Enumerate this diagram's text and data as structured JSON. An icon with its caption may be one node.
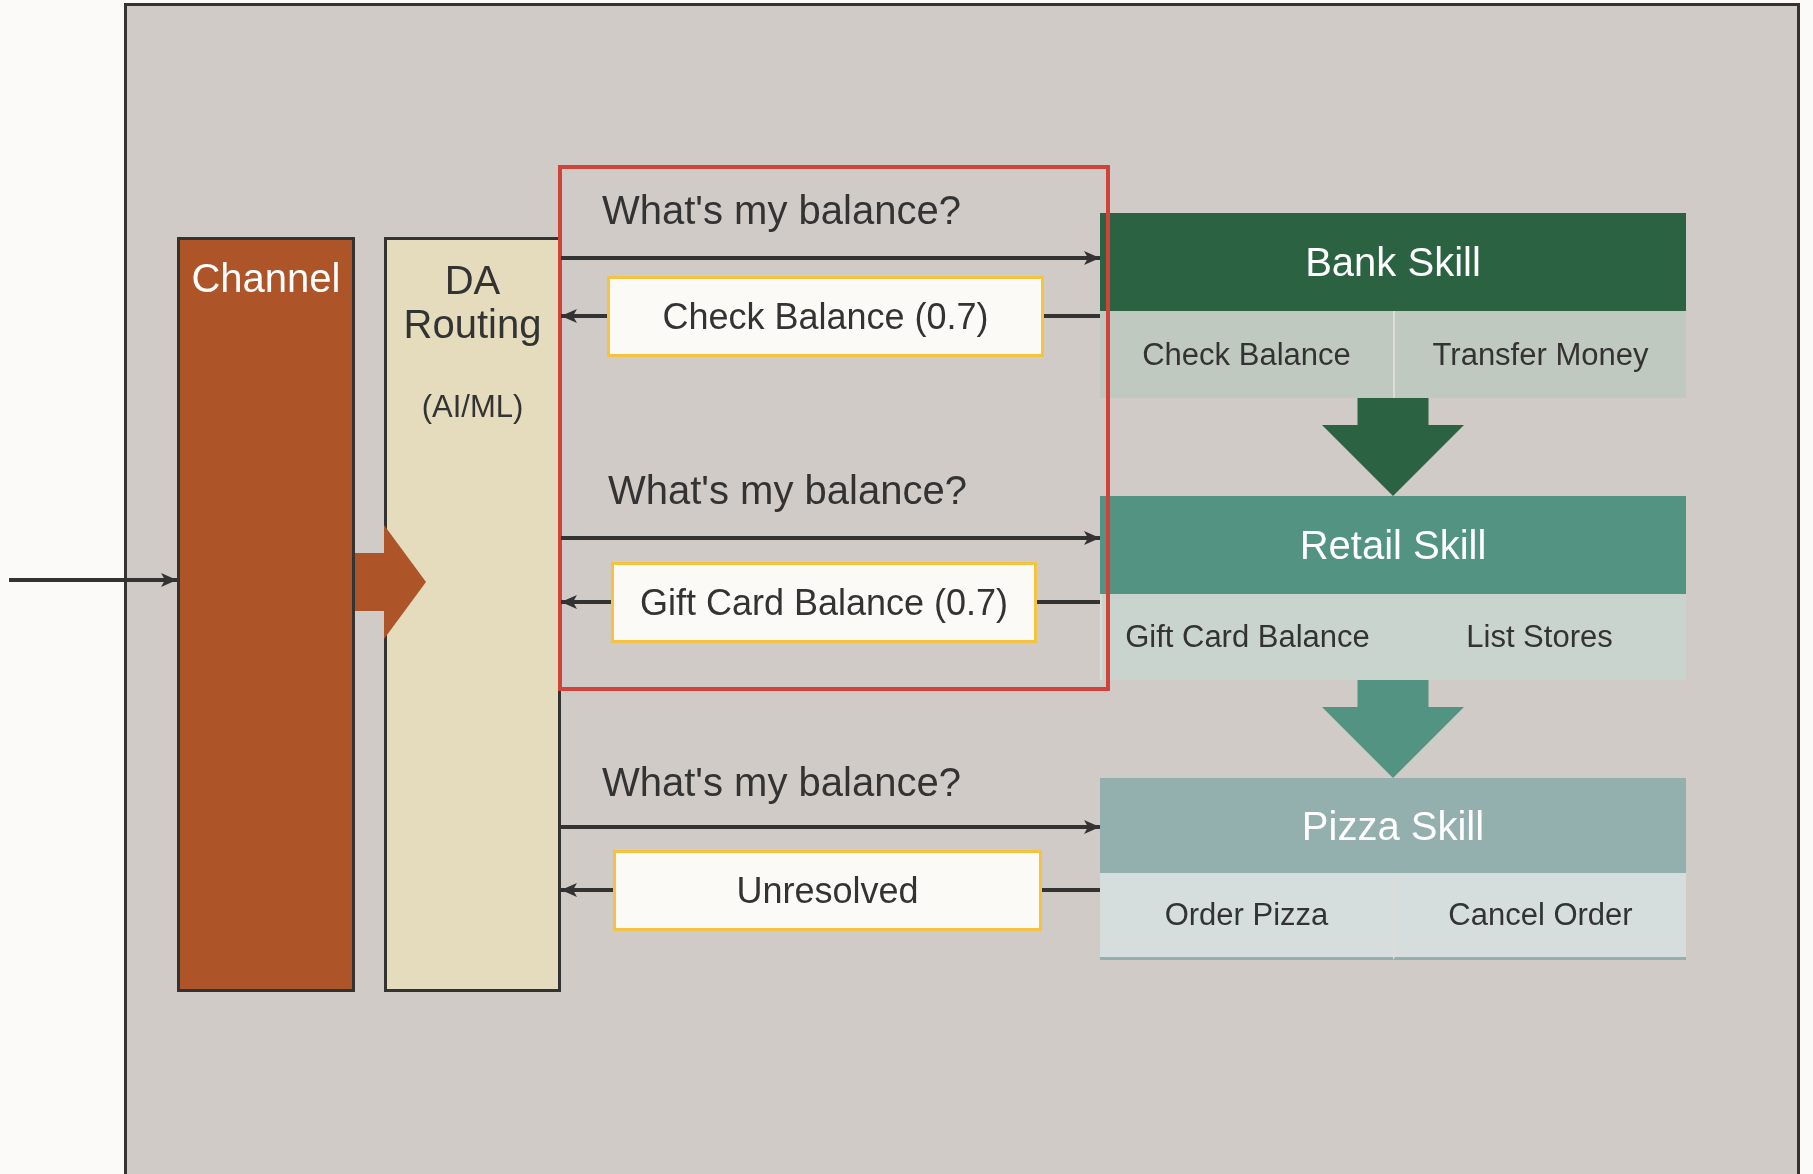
{
  "diagram": {
    "nodes": [
      {
        "text": [
          "Channel"
        ]
      },
      {
        "text": [
          "DA Routing",
          "(AI/ML)"
        ]
      },
      {
        "text": [],
        "shape": "box"
      },
      {
        "text": [
          "Check Balance (0.7)"
        ],
        "in": 2
      },
      {
        "text": [
          "Gift Card Balance (0.7)"
        ],
        "in": 2
      },
      {
        "text": [
          "Unresolved"
        ]
      },
      {
        "text": [
          "Bank Skill"
        ]
      },
      {
        "text": [
          "Check Balance"
        ],
        "in": 6
      },
      {
        "text": [
          "Transfer Money"
        ],
        "in": 6
      },
      {
        "text": [
          "Retail Skill"
        ]
      },
      {
        "text": [
          "Gift Card Balance"
        ],
        "in": 9
      },
      {
        "text": [
          "List Stores"
        ],
        "in": 9
      },
      {
        "text": [
          "Pizza Skill"
        ]
      },
      {
        "text": [
          "Order Pizza"
        ],
        "in": 12
      },
      {
        "text": [
          "Cancel Order"
        ],
        "in": 12
      }
    ],
    "edges": [
      {
        "from": null,
        "to": 0,
        "arrow": "to"
      },
      {
        "from": 0,
        "to": 1,
        "arrow": "to",
        "style": "thick",
        "color": "#ad5528"
      },
      {
        "from": 1,
        "to": 6,
        "arrow": "to",
        "label": "What's my balance?"
      },
      {
        "from": 6,
        "to": 3,
        "arrow": "none"
      },
      {
        "from": 3,
        "to": 1,
        "arrow": "to"
      },
      {
        "from": 1,
        "to": 9,
        "arrow": "to",
        "label": "What's my balance?"
      },
      {
        "from": 9,
        "to": 4,
        "arrow": "none"
      },
      {
        "from": 4,
        "to": 1,
        "arrow": "to"
      },
      {
        "from": 1,
        "to": 12,
        "arrow": "to",
        "label": "What's my balance?"
      },
      {
        "from": 12,
        "to": 5,
        "arrow": "none"
      },
      {
        "from": 5,
        "to": 1,
        "arrow": "to"
      },
      {
        "from": 6,
        "to": 9,
        "arrow": "to",
        "style": "thick",
        "color": "#2a6242"
      },
      {
        "from": 9,
        "to": 12,
        "arrow": "to",
        "style": "thick",
        "color": "#529481"
      }
    ]
  }
}
